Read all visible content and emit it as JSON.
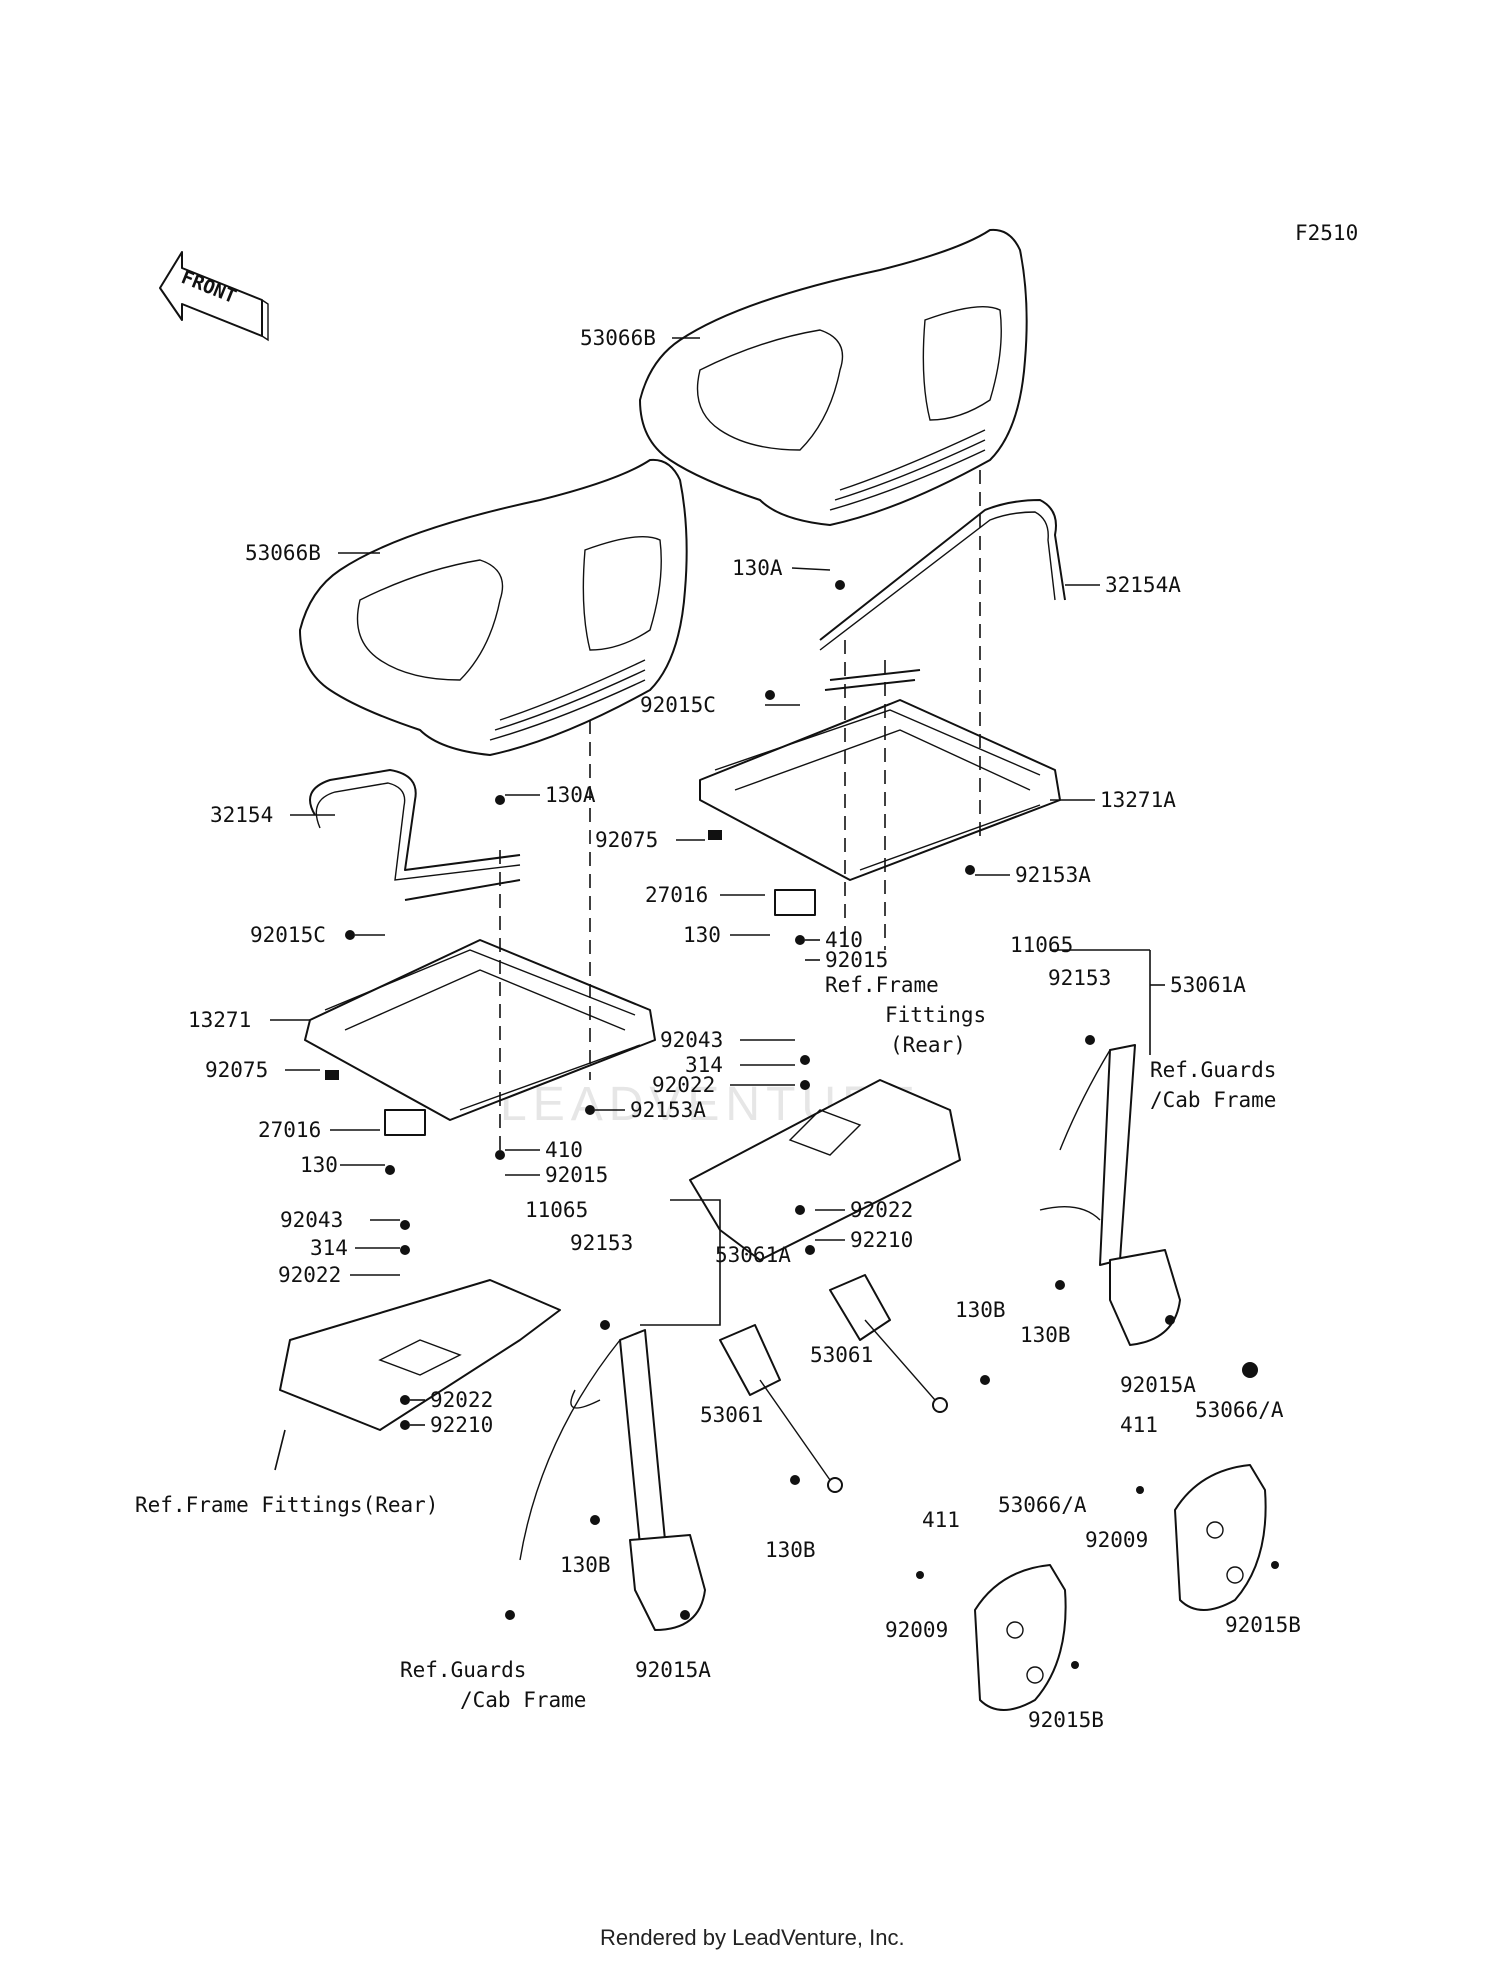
{
  "diagram_code": "F2510",
  "front_arrow_text": "FRONT",
  "watermark": "LEADVENTURE",
  "footer": "Rendered by LeadVenture, Inc.",
  "labels": {
    "l_53066B_a": "53066B",
    "l_53066B_b": "53066B",
    "l_130A_a": "130A",
    "l_32154A": "32154A",
    "l_92015C_a": "92015C",
    "l_13271A": "13271A",
    "l_92075_a": "92075",
    "l_92153A_a": "92153A",
    "l_27016_a": "27016",
    "l_130_a": "130",
    "l_410_a": "410",
    "l_92015_a": "92015",
    "l_ref_frame_a1": "Ref.Frame",
    "l_ref_frame_a2": "Fittings",
    "l_ref_frame_a3": "(Rear)",
    "l_32154": "32154",
    "l_130A_b": "130A",
    "l_92015C_b": "92015C",
    "l_13271": "13271",
    "l_92075_b": "92075",
    "l_27016_b": "27016",
    "l_130_b": "130",
    "l_410_b": "410",
    "l_92015_b": "92015",
    "l_92153A_b": "92153A",
    "l_11065_a": "11065",
    "l_92153_a": "92153",
    "l_53061A_a": "53061A",
    "l_ref_guards_a1": "Ref.Guards",
    "l_ref_guards_a2": "/Cab Frame",
    "l_92043_a": "92043",
    "l_314_a": "314",
    "l_92022_a": "92022",
    "l_92022_b": "92022",
    "l_92210_a": "92210",
    "l_130B_a": "130B",
    "l_130B_b": "130B",
    "l_53061_a": "53061",
    "l_92015A_a": "92015A",
    "l_92043_b": "92043",
    "l_314_b": "314",
    "l_92022_c": "92022",
    "l_11065_b": "11065",
    "l_92153_b": "92153",
    "l_53061A_b": "53061A",
    "l_92022_d": "92022",
    "l_92210_b": "92210",
    "l_ref_frame_b": "Ref.Frame Fittings(Rear)",
    "l_53061_b": "53061",
    "l_130B_c": "130B",
    "l_130B_d": "130B",
    "l_ref_guards_b1": "Ref.Guards",
    "l_ref_guards_b2": "/Cab Frame",
    "l_92015A_b": "92015A",
    "l_411_a": "411",
    "l_53066A_a": "53066/A",
    "l_92009_a": "92009",
    "l_92015B_a": "92015B",
    "l_411_b": "411",
    "l_53066A_b": "53066/A",
    "l_92009_b": "92009",
    "l_92015B_b": "92015B"
  }
}
